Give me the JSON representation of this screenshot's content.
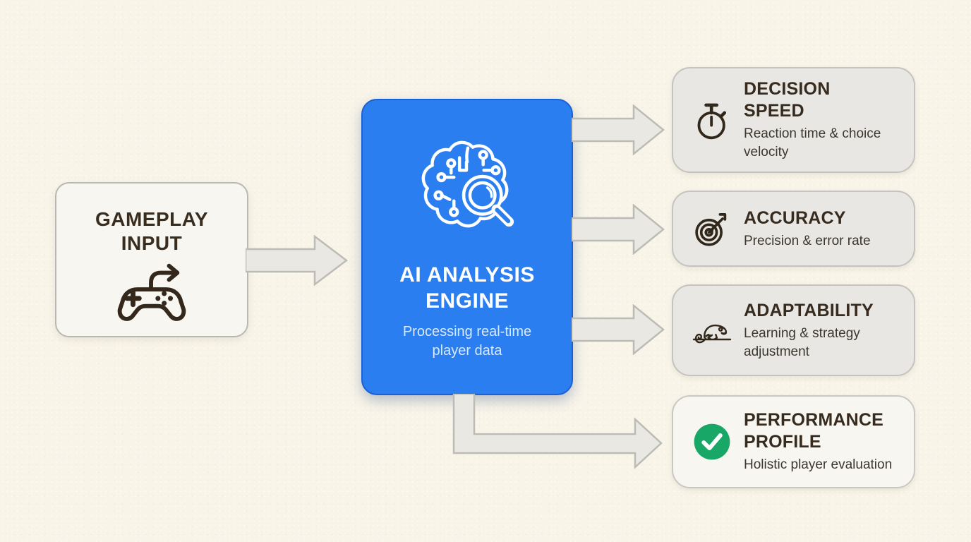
{
  "diagram": {
    "background_color": "#f8f4e8",
    "input": {
      "title": "GAMEPLAY INPUT",
      "icon": "gamepad-arrow-icon",
      "icon_color": "#33281b"
    },
    "engine": {
      "title": "AI ANALYSIS ENGINE",
      "subtitle": "Processing real-time player data",
      "icon": "brain-circuit-magnifier-icon",
      "fill_color": "#2b7ef0",
      "border_color": "#1a61d4",
      "text_color": "#ffffff"
    },
    "outputs": [
      {
        "title": "DECISION SPEED",
        "subtitle": "Reaction time & choice velocity",
        "icon": "stopwatch-icon",
        "icon_color": "#32271b"
      },
      {
        "title": "ACCURACY",
        "subtitle": "Precision & error rate",
        "icon": "target-dart-icon",
        "icon_color": "#32271b"
      },
      {
        "title": "ADAPTABILITY",
        "subtitle": "Learning & strategy adjustment",
        "icon": "chameleon-icon",
        "icon_color": "#32271b"
      },
      {
        "title": "PERFORMANCE PROFILE",
        "subtitle": "Holistic player evaluation",
        "icon": "check-circle-icon",
        "icon_color": "#18a767"
      }
    ],
    "connectors": {
      "style": "block-arrow",
      "fill": "#e9e8e3",
      "stroke": "#bcbbb6",
      "count": 5
    }
  }
}
